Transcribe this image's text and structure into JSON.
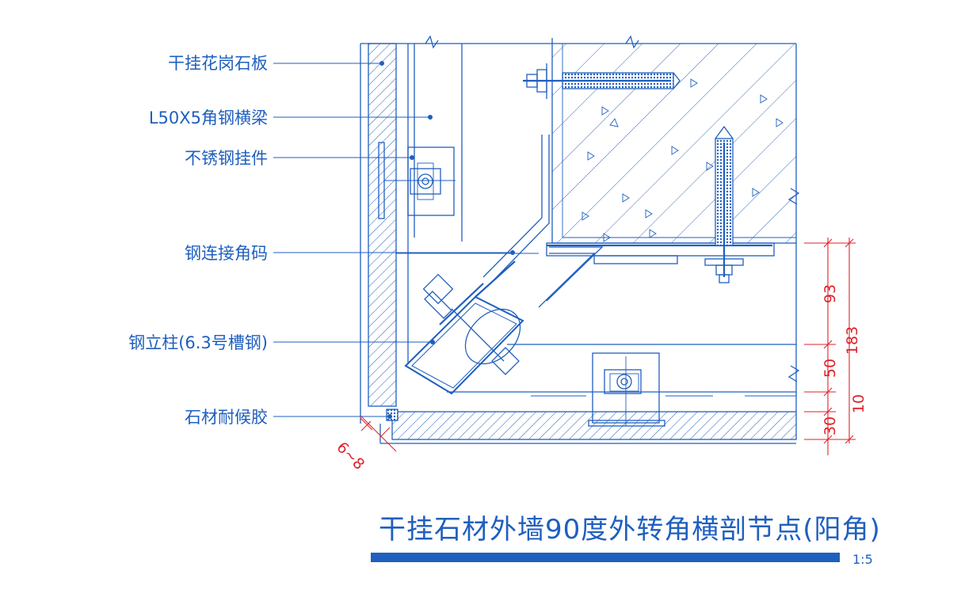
{
  "labels": {
    "stone_panel": "干挂花岗石板",
    "angle_beam": "L50X5角钢横梁",
    "ss_bracket": "不锈钢挂件",
    "angle_connector": "钢连接角码",
    "steel_column": "钢立柱(6.3号槽钢)",
    "sealant": "石材耐候胶"
  },
  "dimensions": {
    "joint_width": "6~8",
    "d93": "93",
    "d50": "50",
    "d30": "30",
    "d183": "183",
    "d10": "10"
  },
  "title": "干挂石材外墙90度外转角横剖节点(阳角)",
  "scale": "1:5",
  "colors": {
    "line": "#1f5fbf",
    "dimension": "#e0222a"
  }
}
